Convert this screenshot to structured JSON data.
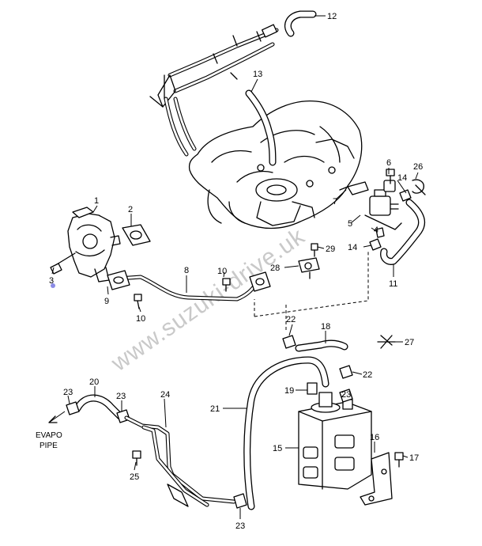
{
  "watermark": "www.suzuki-drive.uk",
  "callouts": {
    "c1": "1",
    "c2": "2",
    "c3": "3",
    "c4": "4",
    "c5": "5",
    "c6": "6",
    "c7": "7",
    "c8": "8",
    "c9": "9",
    "c10a": "10",
    "c10b": "10",
    "c11": "11",
    "c12": "12",
    "c13": "13",
    "c14a": "14",
    "c14b": "14",
    "c15": "15",
    "c16": "16",
    "c17": "17",
    "c18": "18",
    "c19": "19",
    "c20": "20",
    "c21": "21",
    "c22a": "22",
    "c22b": "22",
    "c23a": "23",
    "c23b": "23",
    "c23c": "23",
    "c23d": "23",
    "c24": "24",
    "c25": "25",
    "c26": "26",
    "c27": "27",
    "c28": "28",
    "c29": "29"
  },
  "evapo_label": {
    "line1": "EVAPO",
    "line2": "PIPE"
  },
  "highlight_color": "#8c8ce6"
}
